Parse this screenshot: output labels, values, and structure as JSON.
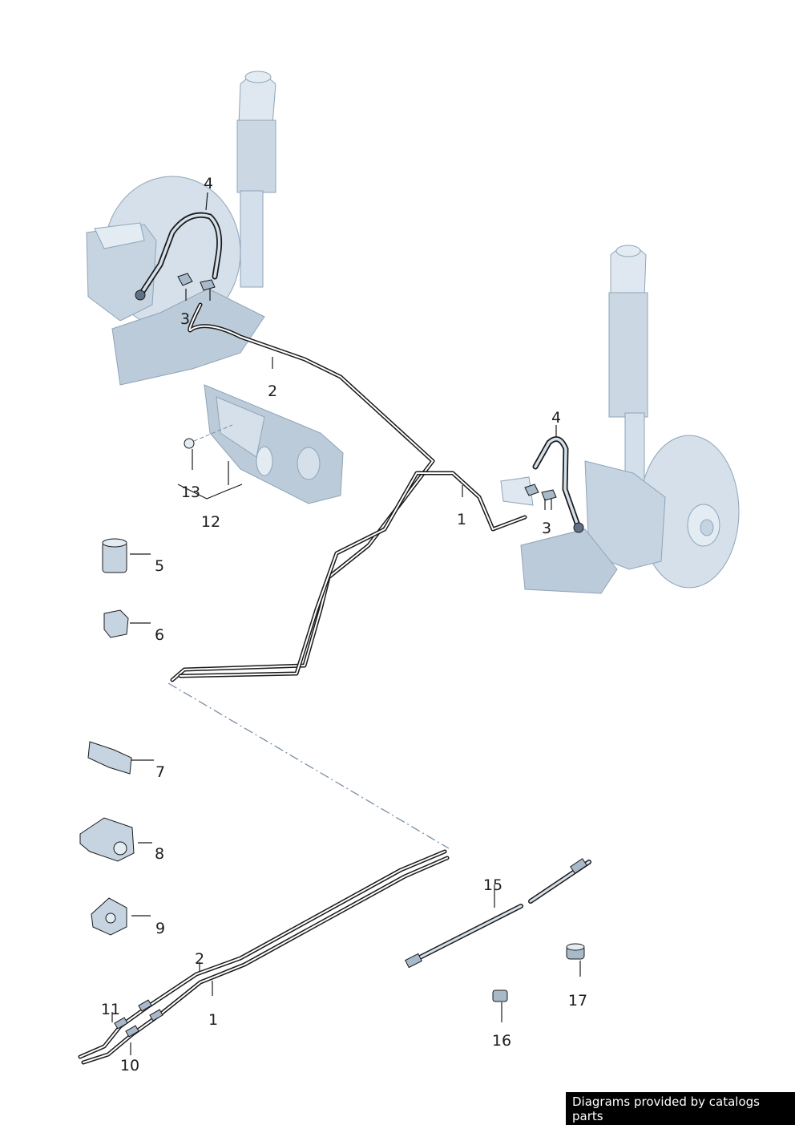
{
  "colors": {
    "part_fill": "#c9d6e3",
    "part_light": "#e4ecf3",
    "part_dark": "#8ea4b8",
    "line": "#1a1a1a",
    "leader": "#1a1a1a",
    "dash": "#7b8fa3",
    "credit_bg": "#000000",
    "credit_text": "#ffffff"
  },
  "callouts": [
    {
      "key": "p4_left",
      "text": "4"
    },
    {
      "key": "p3_left",
      "text": "3"
    },
    {
      "key": "p2_upper",
      "text": "2"
    },
    {
      "key": "p13",
      "text": "13"
    },
    {
      "key": "p12",
      "text": "12"
    },
    {
      "key": "p4_right",
      "text": "4"
    },
    {
      "key": "p1_upper",
      "text": "1"
    },
    {
      "key": "p3_right",
      "text": "3"
    },
    {
      "key": "p5",
      "text": "5"
    },
    {
      "key": "p6",
      "text": "6"
    },
    {
      "key": "p7",
      "text": "7"
    },
    {
      "key": "p8",
      "text": "8"
    },
    {
      "key": "p9",
      "text": "9"
    },
    {
      "key": "p15",
      "text": "15"
    },
    {
      "key": "p2_lower",
      "text": "2"
    },
    {
      "key": "p11",
      "text": "11"
    },
    {
      "key": "p1_lower",
      "text": "1"
    },
    {
      "key": "p10",
      "text": "10"
    },
    {
      "key": "p16",
      "text": "16"
    },
    {
      "key": "p17",
      "text": "17"
    }
  ],
  "credit": {
    "text": "Diagrams provided by catalogs parts"
  }
}
